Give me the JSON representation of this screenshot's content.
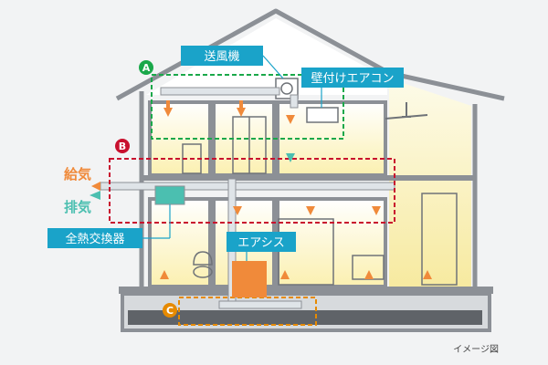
{
  "labels": {
    "blower": "送風機",
    "wall_ac": "壁付けエアコン",
    "supply_air": "給気",
    "exhaust_air": "排気",
    "erv": "全熱交換器",
    "airsys": "エアシス",
    "caption": "イメージ図"
  },
  "zones": [
    {
      "id": "A",
      "color": "#1aa84a"
    },
    {
      "id": "B",
      "color": "#c8102e"
    },
    {
      "id": "C",
      "color": "#e68a00"
    }
  ],
  "colors": {
    "label_box": "#1aa3c9",
    "supply_arrow": "#f08a3a",
    "exhaust_arrow": "#4bbfb0",
    "room_glow": "#fbf2c0",
    "wall": "#8c9096",
    "duct": "#dfe4e8"
  }
}
